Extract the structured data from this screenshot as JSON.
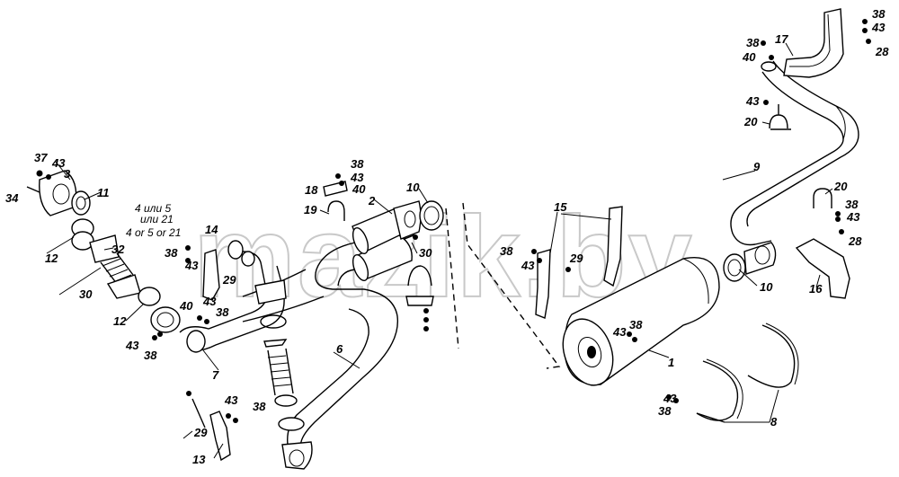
{
  "watermark": "mazik.by",
  "notes": {
    "note_ru": "4 или 5",
    "note_ru_2": "или 21",
    "note_en": "4 or 5 or 21"
  },
  "callouts": {
    "c1": "1",
    "c2": "2",
    "c3": "3",
    "c6": "6",
    "c7": "7",
    "c8": "8",
    "c9": "9",
    "c10a": "10",
    "c10b": "10",
    "c11": "11",
    "c12a": "12",
    "c12b": "12",
    "c13": "13",
    "c14": "14",
    "c15": "15",
    "c16": "16",
    "c17": "17",
    "c19": "19",
    "c18": "18",
    "c20a": "20",
    "c20b": "20",
    "c28a": "28",
    "c28b": "28",
    "c29a": "29",
    "c29b": "29",
    "c29c": "29",
    "c30a": "30",
    "c30b": "30",
    "c32": "32",
    "c34": "34",
    "c37": "37",
    "c38a": "38",
    "c38b": "38",
    "c38c": "38",
    "c38d": "38",
    "c38e": "38",
    "c38f": "38",
    "c38g": "38",
    "c38h": "38",
    "c38i": "38",
    "c38j": "38",
    "c38k": "38",
    "c40a": "40",
    "c40b": "40",
    "c40c": "40",
    "c43a": "43",
    "c43b": "43",
    "c43c": "43",
    "c43d": "43",
    "c43e": "43",
    "c43f": "43",
    "c43g": "43",
    "c43h": "43",
    "c43i": "43",
    "c43j": "43",
    "c43k": "43"
  }
}
